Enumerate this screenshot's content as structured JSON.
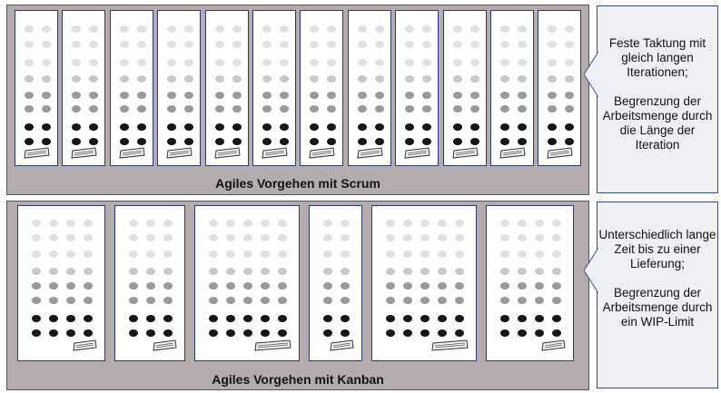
{
  "scrum": {
    "label": "Agiles Vorgehen mit Scrum",
    "note_1": "Feste Taktung mit gleich langen Iterationen;",
    "note_2": "Begrenzung der Arbeitsmenge durch die Länge der Iteration",
    "iteration_count": 12
  },
  "kanban": {
    "label": "Agiles Vorgehen mit Kanban",
    "note_1": "Unterschiedlich lange Zeit bis zu einer Lieferung;",
    "note_2": "Begrenzung der Arbeitsmenge durch ein WIP-Limit",
    "lane_columns": [
      4,
      3,
      5,
      2,
      5,
      4
    ]
  },
  "colors": {
    "panel": "#b4acac",
    "card_border": "#2c3a7a",
    "dot_light": "#e0e0e0",
    "dot_mid": "#c8c8c8",
    "dot_gray": "#9a9a9a",
    "dot_dark": "#161616",
    "callout_bg": "#eef0f6"
  },
  "icons": {
    "delivery": "package-icon"
  }
}
